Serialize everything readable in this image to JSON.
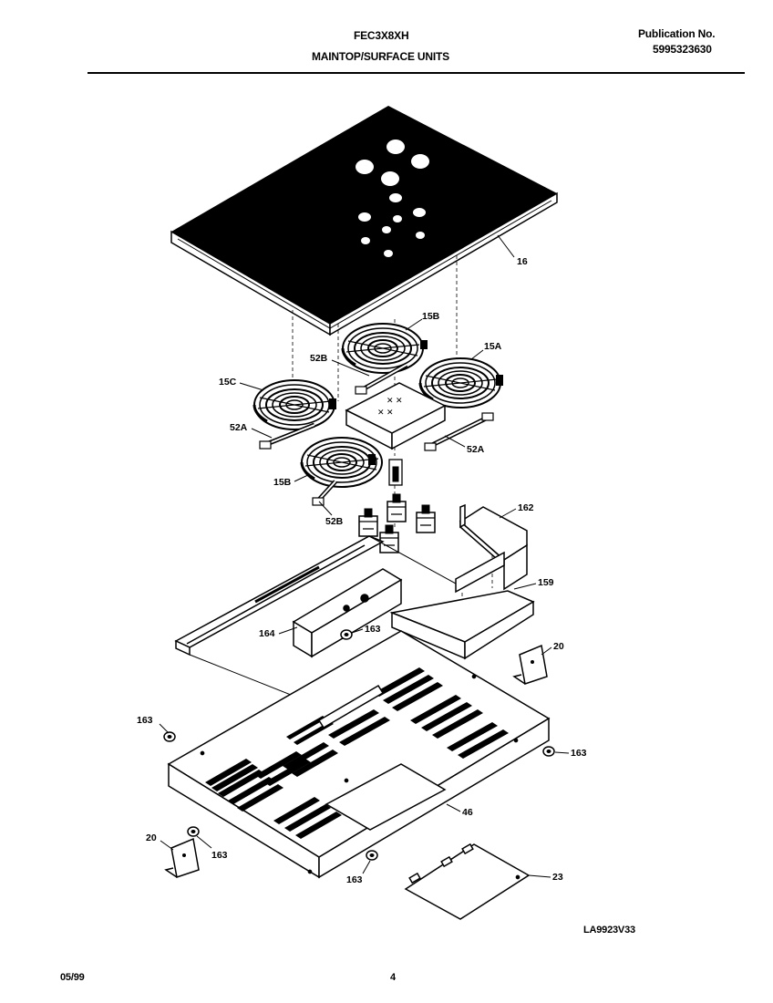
{
  "header": {
    "model": "FEC3X8XH",
    "section": "MAINTOP/SURFACE UNITS",
    "publication_label": "Publication No.",
    "publication_number": "5995323630"
  },
  "footer": {
    "date": "05/99",
    "page": "4",
    "drawing_id": "LA9923V33"
  },
  "parts": {
    "glass_top": "16",
    "element_15A": "15A",
    "element_15B_rear": "15B",
    "element_15B_front": "15B",
    "element_15C": "15C",
    "lead_52A_left": "52A",
    "lead_52A_right": "52A",
    "lead_52B_top": "52B",
    "lead_52B_bottom": "52B",
    "bracket_162": "162",
    "bracket_159": "159",
    "bracket_164": "164",
    "bumper_163_a": "163",
    "bumper_163_b": "163",
    "bumper_163_c": "163",
    "bumper_163_d": "163",
    "bumper_163_e": "163",
    "clip_20_right": "20",
    "clip_20_left": "20",
    "box_46": "46",
    "cover_23": "23"
  }
}
